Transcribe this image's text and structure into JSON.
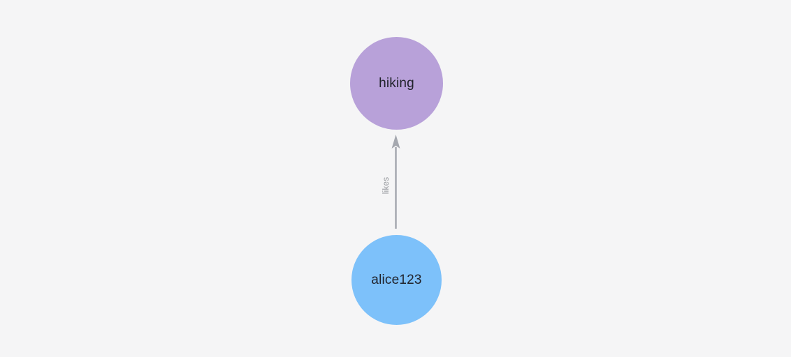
{
  "canvas": {
    "background": "#f5f5f6"
  },
  "graph": {
    "nodes": [
      {
        "id": "hiking",
        "label": "hiking",
        "color": "#b8a1d9",
        "text_color": "#20222a"
      },
      {
        "id": "alice123",
        "label": "alice123",
        "color": "#7dc1fa",
        "text_color": "#20222a"
      }
    ],
    "edge": {
      "from": "alice123",
      "to": "hiking",
      "label": "likes",
      "direction": "up",
      "color": "#a5a8af",
      "label_color": "#8e9196"
    }
  }
}
